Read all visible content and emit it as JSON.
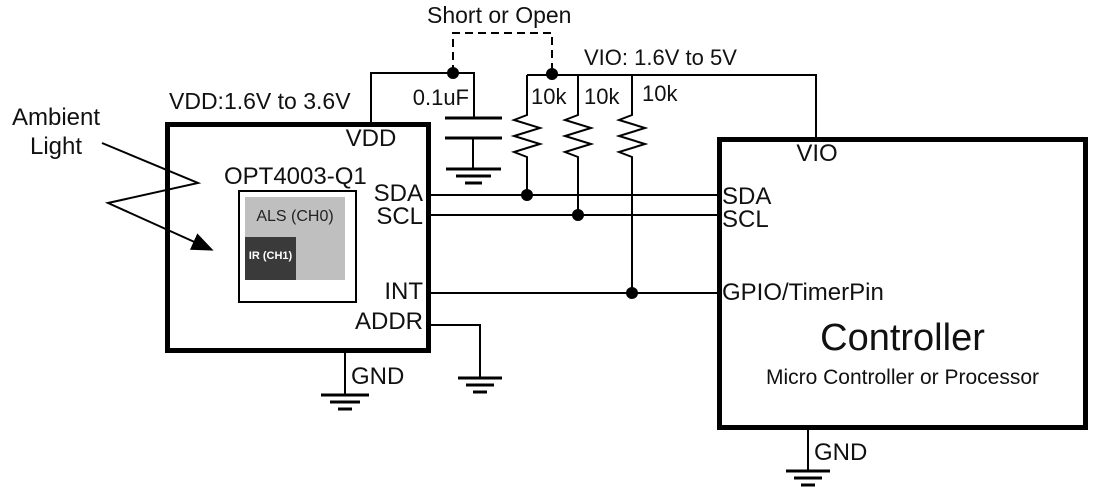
{
  "figure": {
    "jumper_label": "Short or Open",
    "vio_rail_label": "VIO: 1.6V to 5V",
    "vdd_rail_label": "VDD:1.6V to 3.6V",
    "ambient_light": {
      "line1": "Ambient",
      "line2": "Light"
    },
    "capacitor_value": "0.1uF",
    "pullup_resistors": [
      {
        "value": "10k"
      },
      {
        "value": "10k"
      },
      {
        "value": "10k"
      }
    ],
    "sensor": {
      "part_number": "OPT4003-Q1",
      "pins": {
        "vdd": "VDD",
        "sda": "SDA",
        "scl": "SCL",
        "int": "INT",
        "addr": "ADDR",
        "gnd": "GND"
      },
      "channels": {
        "als": "ALS (CH0)",
        "ir": "IR (CH1)"
      }
    },
    "controller": {
      "title": "Controller",
      "subtitle": "Micro Controller or Processor",
      "pins": {
        "vio": "VIO",
        "sda": "SDA",
        "scl": "SCL",
        "gpio": "GPIO/TimerPin",
        "gnd": "GND"
      }
    },
    "colors": {
      "wire": "#000000",
      "als_fill": "#bfbfbf",
      "ir_fill": "#3a3a3a"
    }
  }
}
